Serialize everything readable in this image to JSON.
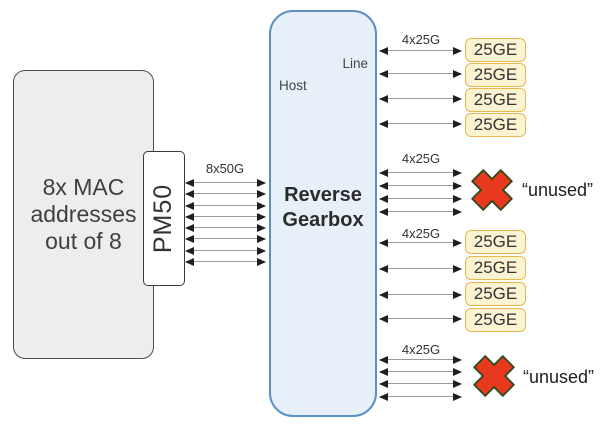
{
  "mac_block": {
    "lines": [
      "8x MAC",
      "addresses",
      "out of 8"
    ]
  },
  "pm50": {
    "label": "PM50"
  },
  "host_link": {
    "label": "8x50G",
    "lane_count": 8
  },
  "gearbox": {
    "title_lines": [
      "Reverse",
      "Gearbox"
    ],
    "host_label": "Host",
    "line_label": "Line"
  },
  "line_groups": [
    {
      "label": "4x25G",
      "kind": "ports",
      "ports": [
        "25GE",
        "25GE",
        "25GE",
        "25GE"
      ]
    },
    {
      "label": "4x25G",
      "kind": "unused",
      "unused_label": "“unused”"
    },
    {
      "label": "4x25G",
      "kind": "ports",
      "ports": [
        "25GE",
        "25GE",
        "25GE",
        "25GE"
      ]
    },
    {
      "label": "4x25G",
      "kind": "unused",
      "unused_label": "“unused”"
    }
  ],
  "colors": {
    "mac_fill": "#ededed",
    "gearbox_fill": "#e7f0f8",
    "gearbox_border": "#5b91c4",
    "port_fill": "#fcf3d3",
    "port_border": "#eab64e",
    "unused_x_fill": "#e8391f",
    "unused_x_outline": "#2e4a1a",
    "arrow_line": "#9a9a9a",
    "arrow_head": "#1f1f1f"
  }
}
